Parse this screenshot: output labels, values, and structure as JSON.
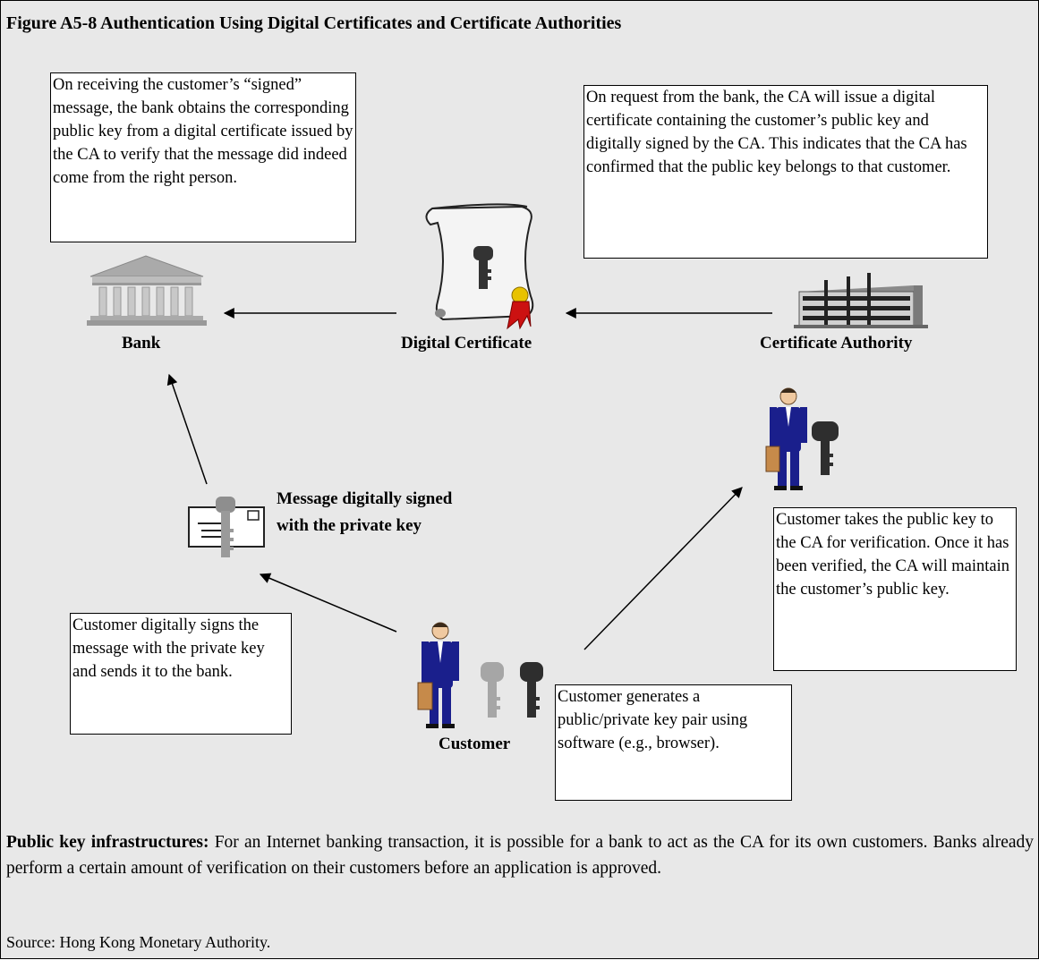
{
  "figure": {
    "title": "Figure A5-8 Authentication Using Digital Certificates and Certificate Authorities"
  },
  "nodes": {
    "bank": "Bank",
    "digital_certificate": "Digital Certificate",
    "certificate_authority": "Certificate Authority",
    "customer": "Customer",
    "message": "Message digitally signed with the private key"
  },
  "boxes": {
    "bank_verify": "On receiving the customer’s “signed” message, the bank obtains the corresponding public key from a digital certificate issued by the CA to verify that the message did indeed come from the right person.",
    "ca_issue": "On request from the bank, the CA will issue a digital certificate containing the customer’s public key and digitally signed by the CA. This indicates that the CA has confirmed that the public key belongs to that customer.",
    "customer_signs": "Customer digitally signs the message with the private key and sends it to the bank.",
    "customer_ca": "Customer takes the public key to the CA for verification. Once it has been verified, the CA will maintain the customer’s public key.",
    "customer_generates": "Customer generates a public/private key pair using software (e.g., browser)."
  },
  "footer": {
    "heading": "Public key infrastructures:",
    "text": " For an Internet banking transaction, it is possible for a bank to act as the CA for its own customers. Banks already perform a certain amount of verification on their customers before an application is approved.",
    "source": "Source: Hong Kong Monetary Authority."
  },
  "colors": {
    "background": "#e8e8e8",
    "box": "#ffffff",
    "suit": "#1a1f8c",
    "seal": "#cc1111",
    "key_dark": "#333333",
    "key_light": "#9a9a9a"
  }
}
